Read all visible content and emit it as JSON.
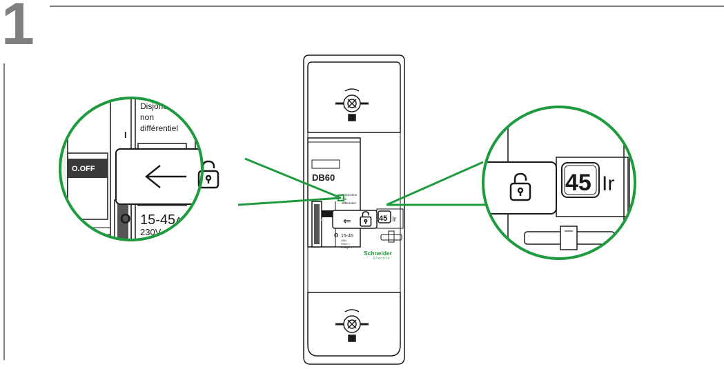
{
  "step": {
    "number": "1"
  },
  "breaker": {
    "model": "DB60",
    "title_lines": [
      "Disjoncteur",
      "non",
      "différentiel"
    ],
    "indicator_on": "I",
    "indicator_off": "O",
    "off_label": "O.OFF",
    "rating": "15-45",
    "rating_unit": "A",
    "voltage": "230V",
    "poles": "Pôles: 2",
    "protected": "Protégé: 1",
    "setting_value": "45",
    "setting_label": "Ir"
  },
  "brand": {
    "name": "Schneider",
    "sub": "Electric"
  },
  "colors": {
    "callout": "#1f9b3f",
    "line": "#1a1a1a",
    "rule": "#7f7f7f"
  }
}
